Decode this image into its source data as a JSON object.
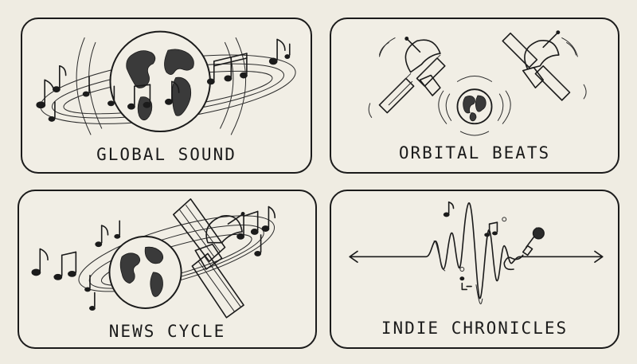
{
  "panels": [
    {
      "caption": "GLOBAL SOUND"
    },
    {
      "caption": "ORBITAL BEATS"
    },
    {
      "caption": "NEWS CYCLE"
    },
    {
      "caption": "INDIE CHRONICLES"
    }
  ],
  "icons": [
    "globe-icon",
    "music-note-icon",
    "satellite-icon",
    "sound-wave-icon",
    "microphone-icon"
  ],
  "colors": {
    "background": "#efece2",
    "ink": "#1b1b1b"
  }
}
